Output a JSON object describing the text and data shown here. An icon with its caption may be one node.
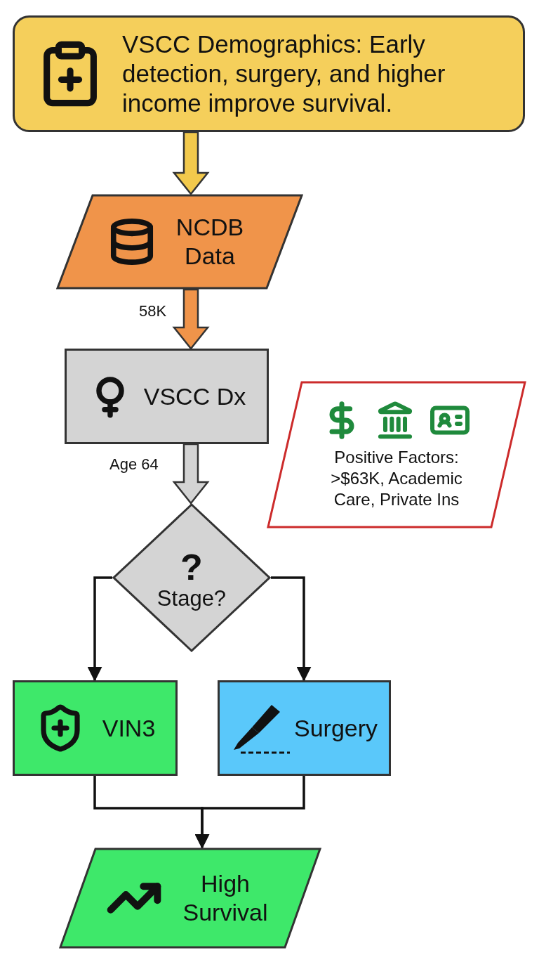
{
  "diagram": {
    "nodes": [
      {
        "text": [
          "VSCC Demographics: Early detection, surgery, and higher income improve survival."
        ]
      },
      {
        "text": [
          "NCDB Data"
        ]
      },
      {
        "text": [
          "VSCC Dx"
        ]
      },
      {
        "text": [
          "?",
          "Stage?"
        ]
      },
      {
        "text": [
          "VIN3"
        ]
      },
      {
        "text": [
          "Surgery"
        ]
      },
      {
        "text": [
          "High Survival"
        ]
      },
      {
        "text": [
          "Positive Factors: >$63K, Academic Care, Private Ins"
        ]
      }
    ],
    "edges": [
      {
        "from": 0,
        "to": 1,
        "arrow": "to",
        "style": "thick",
        "color": "#f2c94c"
      },
      {
        "from": 1,
        "to": 2,
        "arrow": "to",
        "style": "thick",
        "color": "#f0944a",
        "label": "58K"
      },
      {
        "from": 2,
        "to": 3,
        "arrow": "to",
        "style": "thick",
        "color": "#d4d4d4",
        "label": "Age 64"
      },
      {
        "from": 3,
        "to": 4,
        "arrow": "to"
      },
      {
        "from": 3,
        "to": 5,
        "arrow": "to"
      },
      {
        "from": 4,
        "to": 6,
        "arrow": "to"
      },
      {
        "from": 5,
        "to": 6,
        "arrow": "to"
      }
    ]
  }
}
